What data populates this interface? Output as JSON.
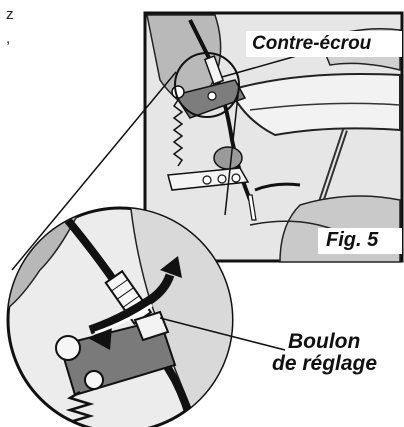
{
  "stray_text": {
    "line1": "z",
    "line2": ","
  },
  "labels": {
    "lock_nut": "Contre-écrou",
    "figure": "Fig. 5",
    "adjust_bolt_line1": "Boulon",
    "adjust_bolt_line2": "de réglage"
  },
  "colors": {
    "ink": "#111111",
    "panel_bg": "#e7e7e7",
    "shade": "#9a9a9a",
    "light_shade": "#cfcfcf",
    "label_box": "#ffffff"
  }
}
